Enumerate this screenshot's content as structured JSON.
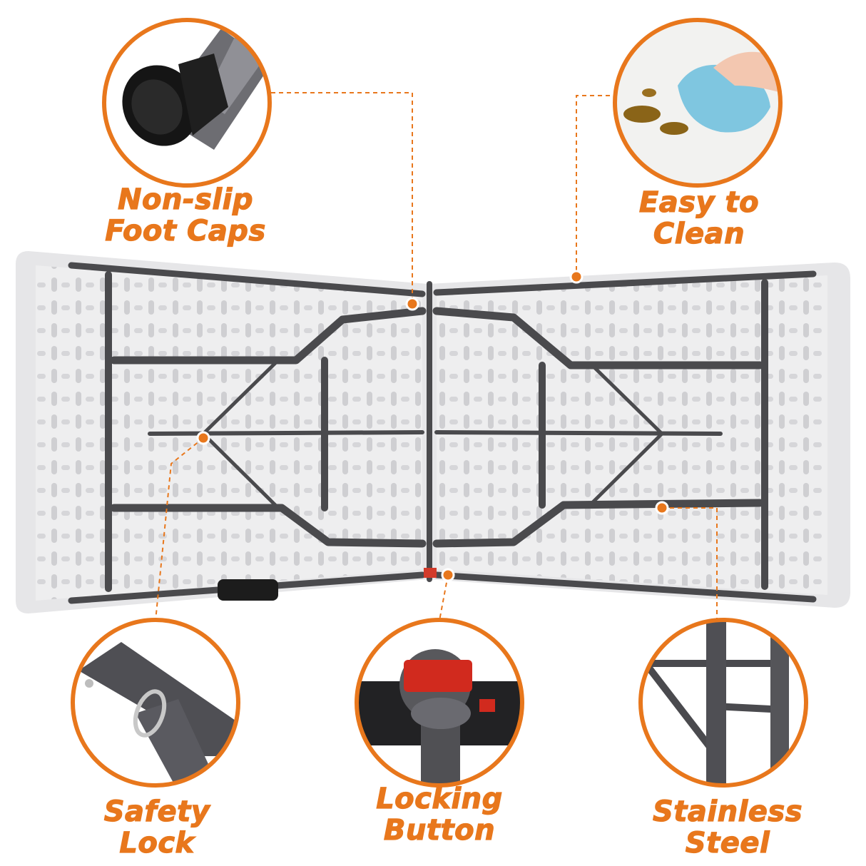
{
  "accent_color": "#e8771c",
  "features": [
    {
      "id": "foot-caps",
      "line1": "Non-slip",
      "line2": "Foot Caps",
      "icon": "rubber-foot-cap-icon"
    },
    {
      "id": "easy-clean",
      "line1": "Easy to",
      "line2": "Clean",
      "icon": "cleaning-cloth-icon"
    },
    {
      "id": "safety-lock",
      "line1": "Safety",
      "line2": "Lock",
      "icon": "safety-ring-lock-icon"
    },
    {
      "id": "locking-button",
      "line1": "Locking",
      "line2": "Button",
      "icon": "red-locking-button-icon"
    },
    {
      "id": "stainless-steel",
      "line1": "Stainless",
      "line2": "Steel",
      "icon": "steel-tube-frame-icon"
    }
  ],
  "product": {
    "name": "folding-table-underside",
    "color_top": "#f0f0f0",
    "color_frame": "#4a4a4d"
  }
}
